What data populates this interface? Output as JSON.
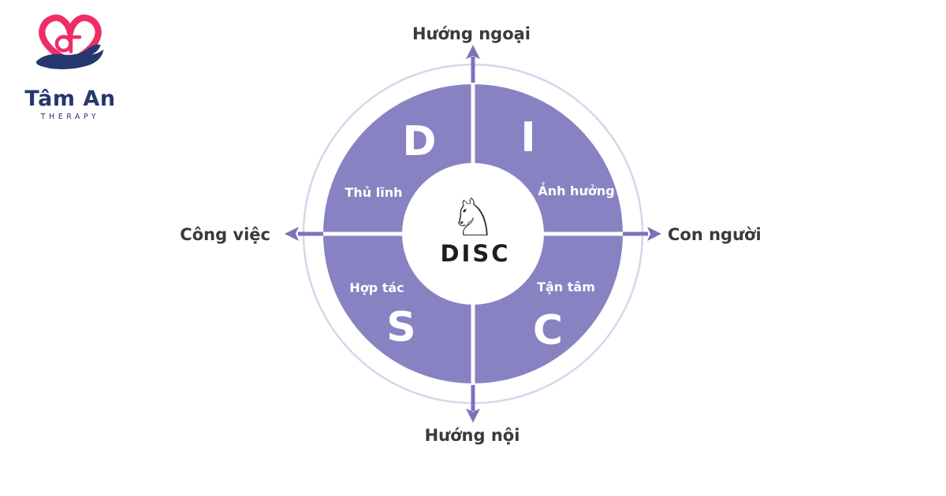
{
  "logo": {
    "brand": "Tâm An",
    "tagline": "THERAPY",
    "icon": "heart-in-hand-icon",
    "colors": {
      "pink": "#EE2D67",
      "navy": "#25376E"
    }
  },
  "diagram": {
    "center": {
      "title": "DISC",
      "knight_glyph": "♘"
    },
    "axes": {
      "top": "Hướng ngoại",
      "bottom": "Hướng nội",
      "left": "Công việc",
      "right": "Con người"
    },
    "quadrants": [
      {
        "letter": "D",
        "label": "Thủ lĩnh",
        "position": "top-left"
      },
      {
        "letter": "I",
        "label": "Ảnh hưởng",
        "position": "top-right"
      },
      {
        "letter": "S",
        "label": "Hợp tác",
        "position": "bottom-left"
      },
      {
        "letter": "C",
        "label": "Tận tâm",
        "position": "bottom-right"
      }
    ],
    "colors": {
      "wheel": "#8882C2",
      "arrow": "#7A73BC",
      "outer_ring": "#D8D5EB",
      "quadrant_text": "#FFFFFF",
      "axis_text": "#3A3A3A"
    }
  }
}
